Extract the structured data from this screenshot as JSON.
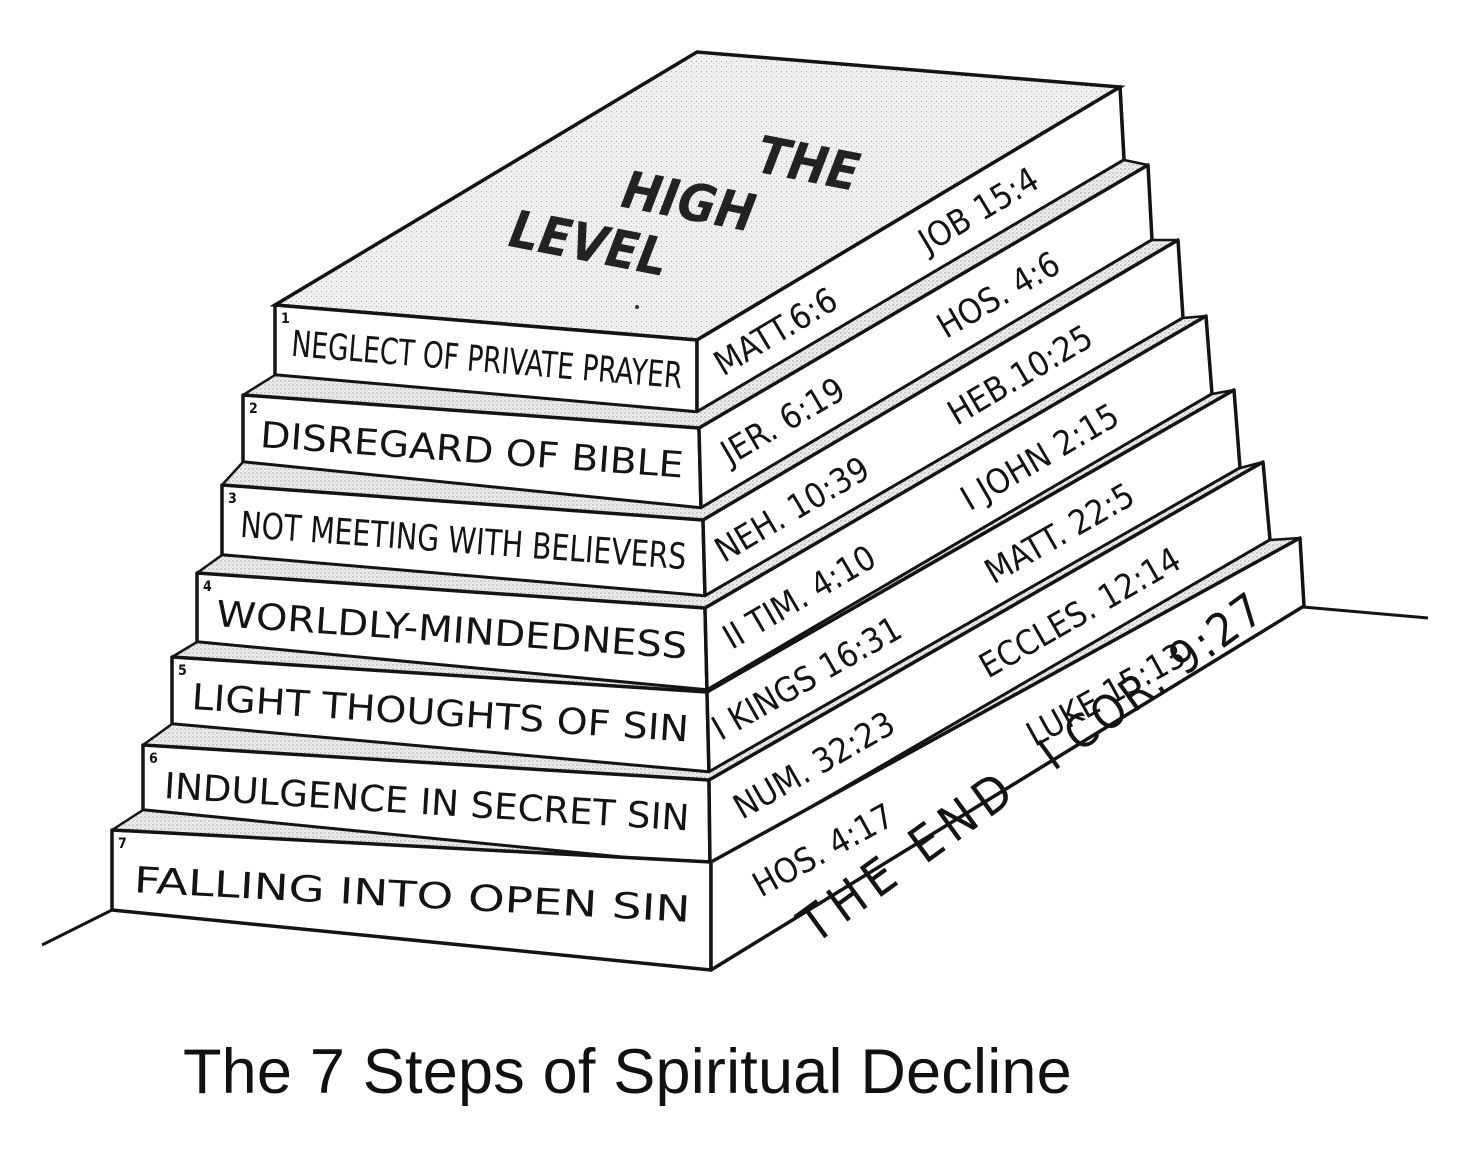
{
  "caption": "The 7 Steps of Spiritual Decline",
  "top_label": [
    "THE",
    "HIGH",
    "LEVEL"
  ],
  "steps": [
    {
      "number": "1",
      "label": "NEGLECT OF PRIVATE PRAYER",
      "refs": [
        "MATT.6:6",
        "JOB 15:4"
      ]
    },
    {
      "number": "2",
      "label": "DISREGARD OF BIBLE",
      "refs": [
        "JER. 6:19",
        "HOS. 4:6"
      ]
    },
    {
      "number": "3",
      "label": "NOT MEETING WITH BELIEVERS",
      "refs": [
        "NEH. 10:39",
        "HEB.10:25"
      ]
    },
    {
      "number": "4",
      "label": "WORLDLY-MINDEDNESS",
      "refs": [
        "II TIM. 4:10",
        "I JOHN 2:15"
      ]
    },
    {
      "number": "5",
      "label": "LIGHT THOUGHTS OF SIN",
      "refs": [
        "I KINGS 16:31",
        "MATT. 22:5"
      ]
    },
    {
      "number": "6",
      "label": "INDULGENCE IN SECRET SIN",
      "refs": [
        "NUM. 32:23",
        "ECCLES. 12:14"
      ]
    },
    {
      "number": "7",
      "label": "FALLING INTO OPEN SIN",
      "refs": [
        "HOS. 4:17",
        "LUKE 15:13"
      ]
    }
  ],
  "end_label": "THE END",
  "end_ref": "I COR. 9:27",
  "colors": {
    "ink": "#141414",
    "tread": "#e4e4e4",
    "face": "#ffffff"
  }
}
